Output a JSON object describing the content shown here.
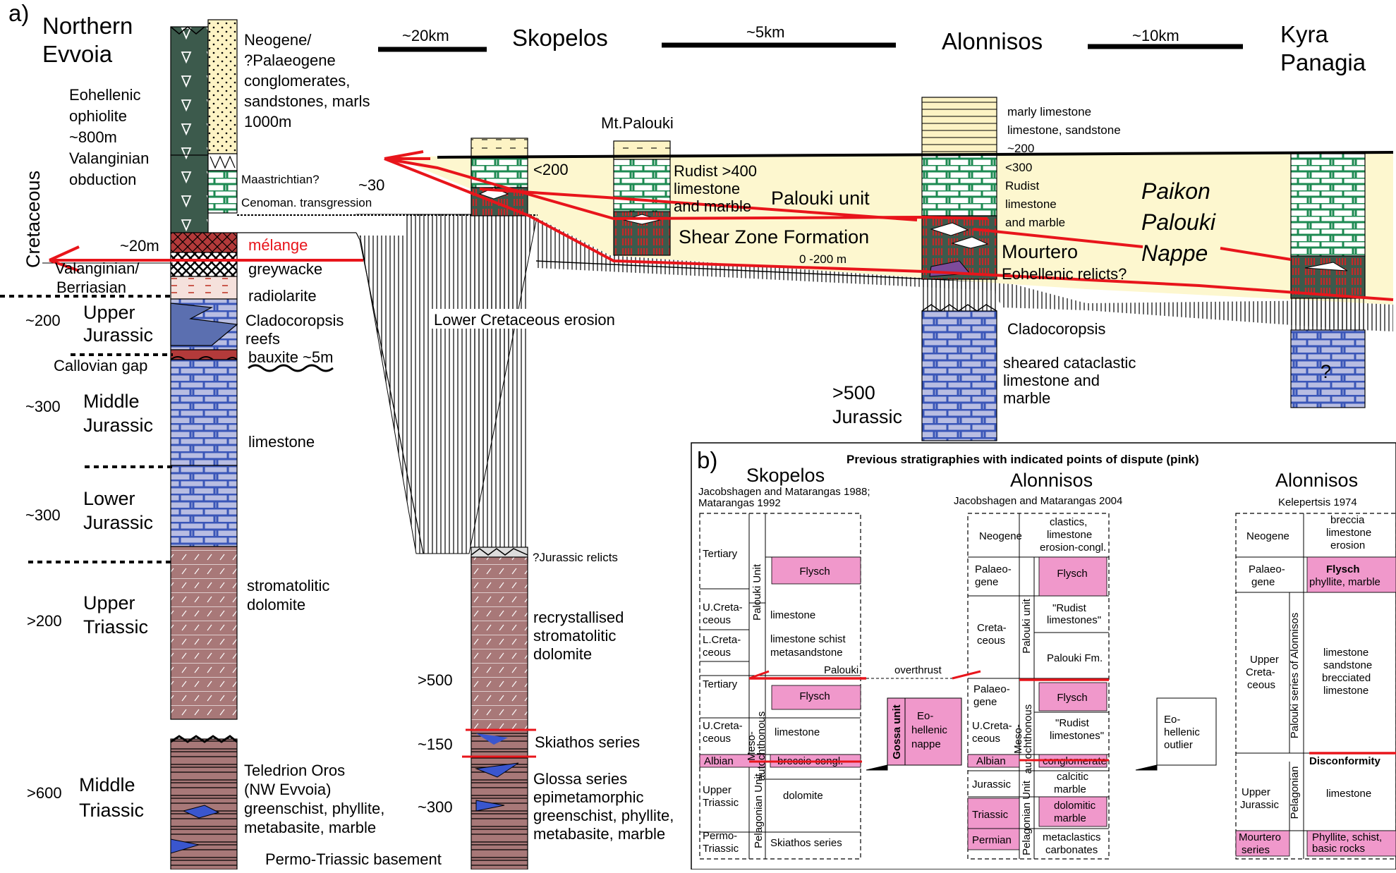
{
  "panel_a": {
    "letter": "a)",
    "locations": {
      "northern_evvoia": [
        "Northern",
        "Evvoia"
      ],
      "skopelos": "Skopelos",
      "alonnisos": "Alonnisos",
      "kyra_panagia": [
        "Kyra",
        "Panagia"
      ]
    },
    "distances": [
      "~20km",
      "~5km",
      "~10km"
    ],
    "left_column": {
      "cretaceous": "Cretaceous",
      "neogene": [
        "Neogene/",
        "?Palaeogene",
        "conglomerates,",
        "sandstones, marls",
        "1000m"
      ],
      "ophiolite": [
        "Eohellenic",
        "ophiolite",
        "~800m",
        "Valanginian",
        "obduction"
      ],
      "maastrichtian": "Maastrichtian?",
      "thirty": "~30",
      "cenoman": "Cenoman. transgression",
      "twenty_m": "~20m",
      "melange": "mélange",
      "valanginian": "Valanginian/",
      "greywacke": "greywacke",
      "berriasian": "Berriasian",
      "radiolarite": "radiolarite",
      "upper_jurassic": [
        "~200",
        "Upper",
        "Jurassic"
      ],
      "cladocoropsis": [
        "Cladocoropsis",
        "reefs"
      ],
      "callovian": "Callovian gap",
      "bauxite": "bauxite ~5m",
      "middle_jurassic": [
        "~300",
        "Middle",
        "Jurassic"
      ],
      "limestone": "limestone",
      "lower_jurassic": [
        "~300",
        "Lower",
        "Jurassic"
      ],
      "upper_triassic": [
        ">200",
        "Upper",
        "Triassic"
      ],
      "stromatolitic": [
        "stromatolitic",
        "dolomite"
      ],
      "middle_triassic": [
        ">600",
        "Middle",
        "Triassic"
      ],
      "teledrion": [
        "Teledrion Oros",
        "(NW Evvoia)",
        "greenschist, phyllite,",
        "metabasite, marble"
      ],
      "basement": "Permo-Triassic basement"
    },
    "skopelos_column": {
      "lt200": "<200",
      "mt_palouki": "Mt.Palouki",
      "rudist": [
        "Rudist  >400",
        "limestone",
        "and marble"
      ],
      "palouki_unit": "Palouki unit",
      "shear_zone": "Shear Zone Formation",
      "shear_thickness": "0 -200 m",
      "erosion": "Lower Cretaceous erosion",
      "jurassic_relicts": "?Jurassic relicts",
      "recrystallised": [
        "recrystallised",
        "stromatolitic",
        "dolomite"
      ],
      "gt500": ">500",
      "tilde150": "~150",
      "skiathos": "Skiathos series",
      "tilde300": "~300",
      "glossa": [
        "Glossa series",
        "epimetamorphic",
        "greenschist, phyllite,",
        "metabasite, marble"
      ]
    },
    "alonnisos_column": {
      "marly": [
        "marly limestone",
        "limestone, sandstone",
        "~200"
      ],
      "rudist": [
        "<300",
        "Rudist",
        "limestone",
        "and marble"
      ],
      "mourtero": "Mourtero",
      "eohellenic_relicts": "Eohellenic relicts?",
      "cladocoropsis": "Cladocoropsis",
      "sheared": [
        "sheared cataclastic",
        "limestone and",
        "marble"
      ],
      "jurassic": [
        ">500",
        "Jurassic"
      ]
    },
    "nappe": [
      "Paikon",
      "Palouki",
      "Nappe"
    ],
    "kyra_question": "?"
  },
  "panel_b": {
    "letter": "b)",
    "title": "Previous stratigraphies with indicated points of dispute (pink)",
    "skopelos": {
      "name": "Skopelos",
      "source": [
        "Jacobshagen and Matarangas 1988;",
        "Matarangas 1992"
      ],
      "ages": [
        "Tertiary",
        "U.Creta-",
        "ceous",
        "L.Creta-",
        "ceous",
        "Tertiary",
        "U.Creta-",
        "ceous",
        "Albian",
        "Upper",
        "Triassic",
        "Permo-",
        "Triassic"
      ],
      "units": [
        "Palouki Unit",
        "Meso-",
        "autochthonous",
        "Pelagonian Unit"
      ],
      "litho": [
        "Flysch",
        "limestone",
        "limestone schist",
        "metasandstone",
        "Flysch",
        "limestone",
        "breccio-congl.",
        "dolomite",
        "Skiathos series"
      ],
      "overthrust": [
        "Palouki",
        "overthrust"
      ],
      "gossa": [
        "Gossa unit",
        "Eo-",
        "hellenic",
        "nappe"
      ]
    },
    "alonnisos1": {
      "name": "Alonnisos",
      "source": "Jacobshagen and Matarangas 2004",
      "ages": [
        "Neogene",
        "Palaeo-",
        "gene",
        "Creta-",
        "ceous",
        "Palaeo-",
        "gene",
        "U.Creta-",
        "ceous",
        "Albian",
        "Jurassic",
        "Triassic",
        "Permian"
      ],
      "units": [
        "Palouki unit",
        "Meso-",
        "autochthonous",
        "Pelagonian Unit"
      ],
      "litho": [
        "clastics,",
        "limestone",
        "erosion-congl.",
        "Flysch",
        "\"Rudist",
        "limestones\"",
        "Palouki Fm.",
        "Flysch",
        "\"Rudist",
        "limestones\"",
        "conglomerate",
        "calcitic",
        "marble",
        "dolomitic",
        "marble",
        "metaclastics",
        "carbonates"
      ],
      "outlier": [
        "Eo-",
        "hellenic",
        "outlier"
      ]
    },
    "alonnisos2": {
      "name": "Alonnisos",
      "source": "Kelepertsis 1974",
      "ages": [
        "Neogene",
        "Palaeo-",
        "gene",
        "Upper",
        "Creta-",
        "ceous",
        "Upper",
        "Jurassic",
        "Mourtero",
        "series"
      ],
      "units": [
        "Palouki series of Alonnisos",
        "Pelagonian"
      ],
      "litho": [
        "breccia",
        "limestone",
        "erosion",
        "Flysch",
        "phyllite, marble",
        "limestone",
        "sandstone",
        "brecciated",
        "limestone",
        "Disconformity",
        "limestone",
        "Phyllite, schist,",
        "basic rocks"
      ]
    }
  },
  "colors": {
    "ophiolite": "#3c5a4c",
    "neogene": "#fdf3c4",
    "green_limestone": "#1d8a52",
    "blue_limestone": "#3a56b8",
    "blue_fill": "#b8bde2",
    "dolomite": "#a87878",
    "melange": "#b33a3a",
    "thrust": "#e8151b",
    "pink": "#f098cb",
    "palouki_fill": "#fdf7cf"
  }
}
